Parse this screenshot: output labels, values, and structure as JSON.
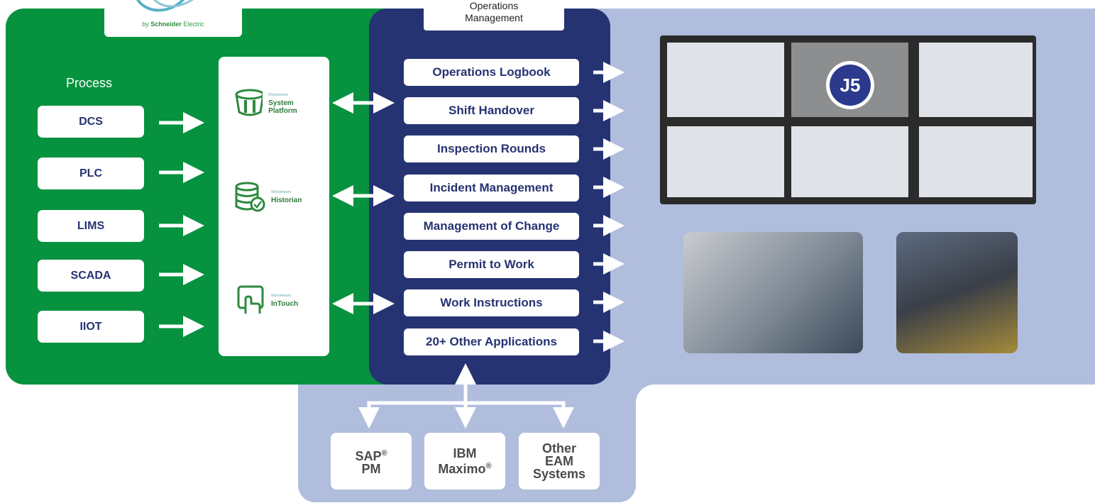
{
  "logo": {
    "company": "Schneider",
    "suffix": "Electric",
    "prefix": "by"
  },
  "header": {
    "operations_management": "Operations\nManagement"
  },
  "process": {
    "label": "Process",
    "sources": [
      "DCS",
      "PLC",
      "LIMS",
      "SCADA",
      "IIOT"
    ]
  },
  "platforms": [
    {
      "brand": "Wonderware",
      "name": "System Platform",
      "icon": "system-platform-icon"
    },
    {
      "brand": "Wonderware",
      "name": "Historian",
      "icon": "historian-database-icon"
    },
    {
      "brand": "Wonderware",
      "name": "InTouch",
      "icon": "intouch-hand-icon"
    }
  ],
  "applications": [
    "Operations Logbook",
    "Shift Handover",
    "Inspection Rounds",
    "Incident Management",
    "Management of Change",
    "Permit to Work",
    "Work Instructions",
    "20+ Other Applications"
  ],
  "j5_logo": "J5",
  "eam_systems": [
    {
      "line1": "SAP",
      "mark": "®",
      "line2": "PM"
    },
    {
      "line1": "IBM",
      "line2": "Maximo",
      "mark": "®"
    },
    {
      "line1": "Other",
      "line2": "EAM",
      "line3": "Systems"
    }
  ],
  "colors": {
    "green": "#06923e",
    "navy": "#263372",
    "lavender": "#b0bddd",
    "white": "#ffffff"
  }
}
